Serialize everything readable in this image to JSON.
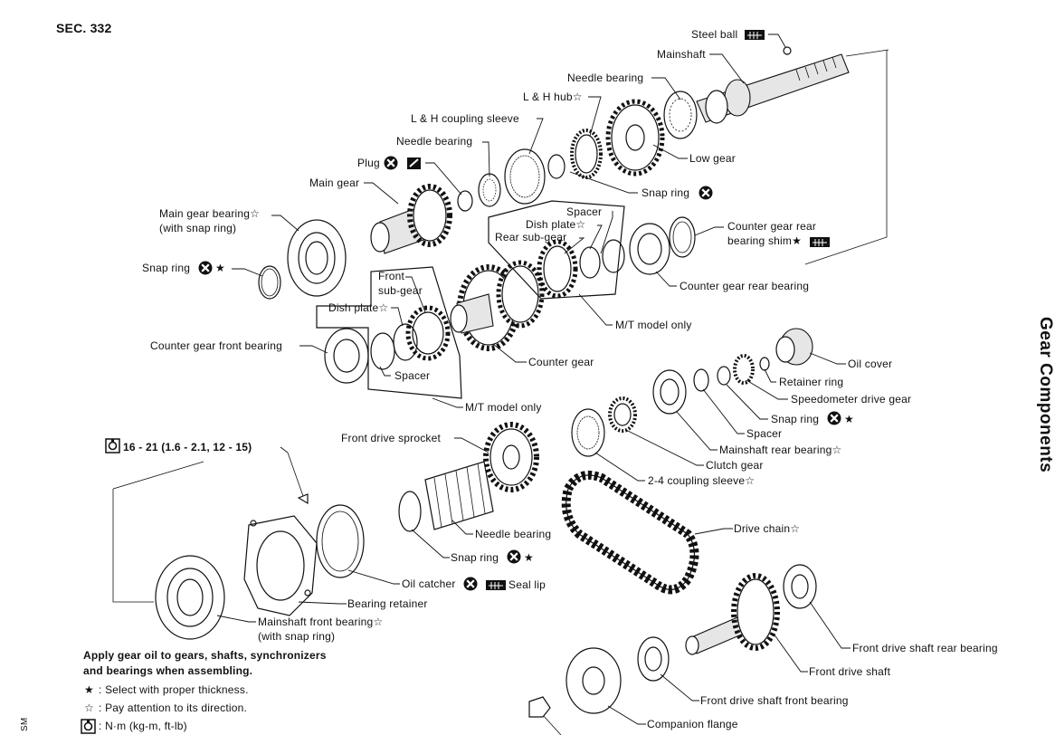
{
  "header": {
    "section": "SEC. 332",
    "side_title": "Gear Components",
    "corner_mark": "SM"
  },
  "labels": {
    "steel_ball": "Steel ball",
    "mainshaft": "Mainshaft",
    "needle_bearing_top": "Needle bearing",
    "lh_hub": "L & H hub☆",
    "lh_coupling_sleeve": "L & H coupling sleeve",
    "needle_bearing_mid": "Needle bearing",
    "plug": "Plug",
    "main_gear": "Main gear",
    "main_gear_bearing": "Main gear bearing☆",
    "with_snap_ring_1": "(with snap ring)",
    "snap_ring_left": "Snap ring",
    "low_gear": "Low gear",
    "snap_ring_upper": "Snap ring",
    "spacer_rear": "Spacer",
    "dish_plate_rear": "Dish plate☆",
    "rear_sub_gear": "Rear sub-gear",
    "counter_gear_rear_shim": "Counter gear rear",
    "bearing_shim": "bearing shim★",
    "counter_gear_rear_bearing": "Counter gear rear bearing",
    "mt_model_only_1": "M/T model only",
    "front_sub_gear_1": "Front",
    "front_sub_gear_2": "sub-gear",
    "dish_plate_front": "Dish plate☆",
    "counter_gear_front_bearing": "Counter gear front bearing",
    "spacer_front": "Spacer",
    "counter_gear": "Counter gear",
    "mt_model_only_2": "M/T model only",
    "oil_cover": "Oil cover",
    "retainer_ring": "Retainer ring",
    "speedometer_drive_gear": "Speedometer drive gear",
    "snap_ring_right": "Snap ring",
    "spacer_right": "Spacer",
    "mainshaft_rear_bearing": "Mainshaft rear bearing☆",
    "clutch_gear": "Clutch gear",
    "coupling_sleeve_24": "2-4 coupling sleeve☆",
    "torque_spec": "16 - 21 (1.6 - 2.1, 12 - 15)",
    "front_drive_sprocket": "Front drive sprocket",
    "needle_bearing_low": "Needle bearing",
    "snap_ring_low": "Snap ring",
    "drive_chain": "Drive chain☆",
    "oil_catcher": "Oil catcher",
    "seal_lip": "Seal lip",
    "bearing_retainer": "Bearing retainer",
    "mainshaft_front_bearing": "Mainshaft front bearing☆",
    "with_snap_ring_2": "(with snap ring)",
    "front_drive_shaft_rear_bearing": "Front drive shaft rear bearing",
    "front_drive_shaft": "Front drive shaft",
    "front_drive_shaft_front_bearing": "Front drive shaft front bearing",
    "companion_flange": "Companion flange"
  },
  "legend": {
    "note_line1": "Apply gear oil to gears, shafts, synchronizers",
    "note_line2": "and bearings when assembling.",
    "star_symbol": "★",
    "star_text": ": Select with proper thickness.",
    "hollow_star_symbol": "☆",
    "hollow_star_text": ": Pay attention to its direction.",
    "torque_text": ": N·m (kg-m, ft-lb)"
  }
}
